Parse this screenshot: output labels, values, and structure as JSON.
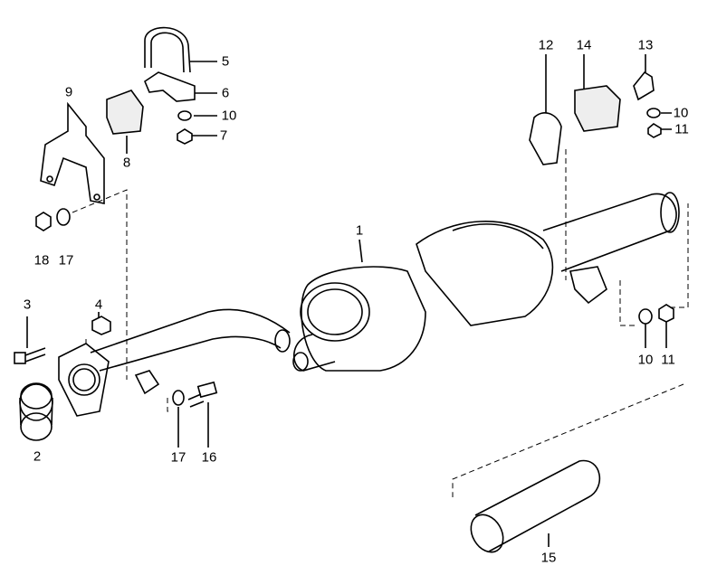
{
  "diagram": {
    "labels": [
      {
        "id": "p1",
        "text": "1"
      },
      {
        "id": "p2",
        "text": "2"
      },
      {
        "id": "p3",
        "text": "3"
      },
      {
        "id": "p4",
        "text": "4"
      },
      {
        "id": "p5",
        "text": "5"
      },
      {
        "id": "p6",
        "text": "6"
      },
      {
        "id": "p7",
        "text": "7"
      },
      {
        "id": "p8",
        "text": "8"
      },
      {
        "id": "p9",
        "text": "9"
      },
      {
        "id": "p10a",
        "text": "10"
      },
      {
        "id": "p10b",
        "text": "10"
      },
      {
        "id": "p10c",
        "text": "10"
      },
      {
        "id": "p11a",
        "text": "11"
      },
      {
        "id": "p11b",
        "text": "11"
      },
      {
        "id": "p12",
        "text": "12"
      },
      {
        "id": "p13",
        "text": "13"
      },
      {
        "id": "p14",
        "text": "14"
      },
      {
        "id": "p15",
        "text": "15"
      },
      {
        "id": "p16",
        "text": "16"
      },
      {
        "id": "p17a",
        "text": "17"
      },
      {
        "id": "p17b",
        "text": "17"
      },
      {
        "id": "p18",
        "text": "18"
      }
    ]
  }
}
